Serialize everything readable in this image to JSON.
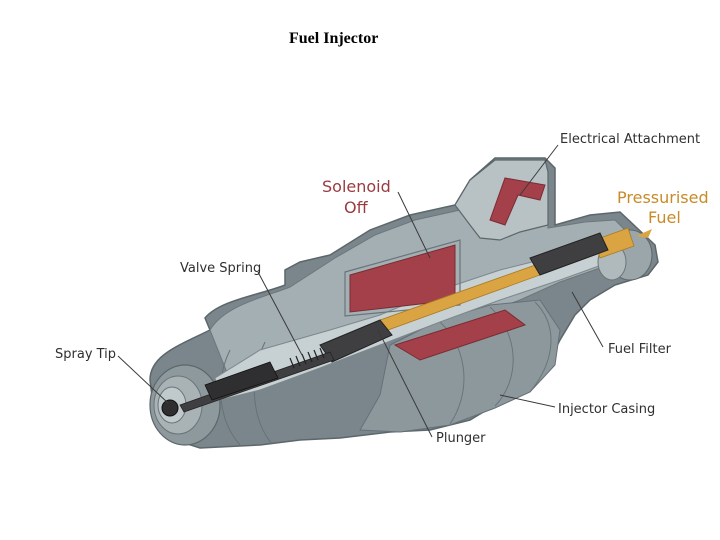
{
  "title": "Fuel Injector",
  "colors": {
    "casing_dark": "#6f7b80",
    "casing_mid": "#95a2a6",
    "casing_light": "#b9c4c7",
    "solenoid": "#a3404a",
    "fuel": "#d9a441",
    "plunger": "#3f3f41"
  },
  "labels": {
    "electrical_attachment": "Electrical Attachment",
    "pressurised_fuel_1": "Pressurised",
    "pressurised_fuel_2": "Fuel",
    "solenoid_off_1": "Solenoid",
    "solenoid_off_2": "Off",
    "valve_spring": "Valve Spring",
    "spray_tip": "Spray Tip",
    "fuel_filter": "Fuel Filter",
    "injector_casing": "Injector Casing",
    "plunger": "Plunger"
  }
}
